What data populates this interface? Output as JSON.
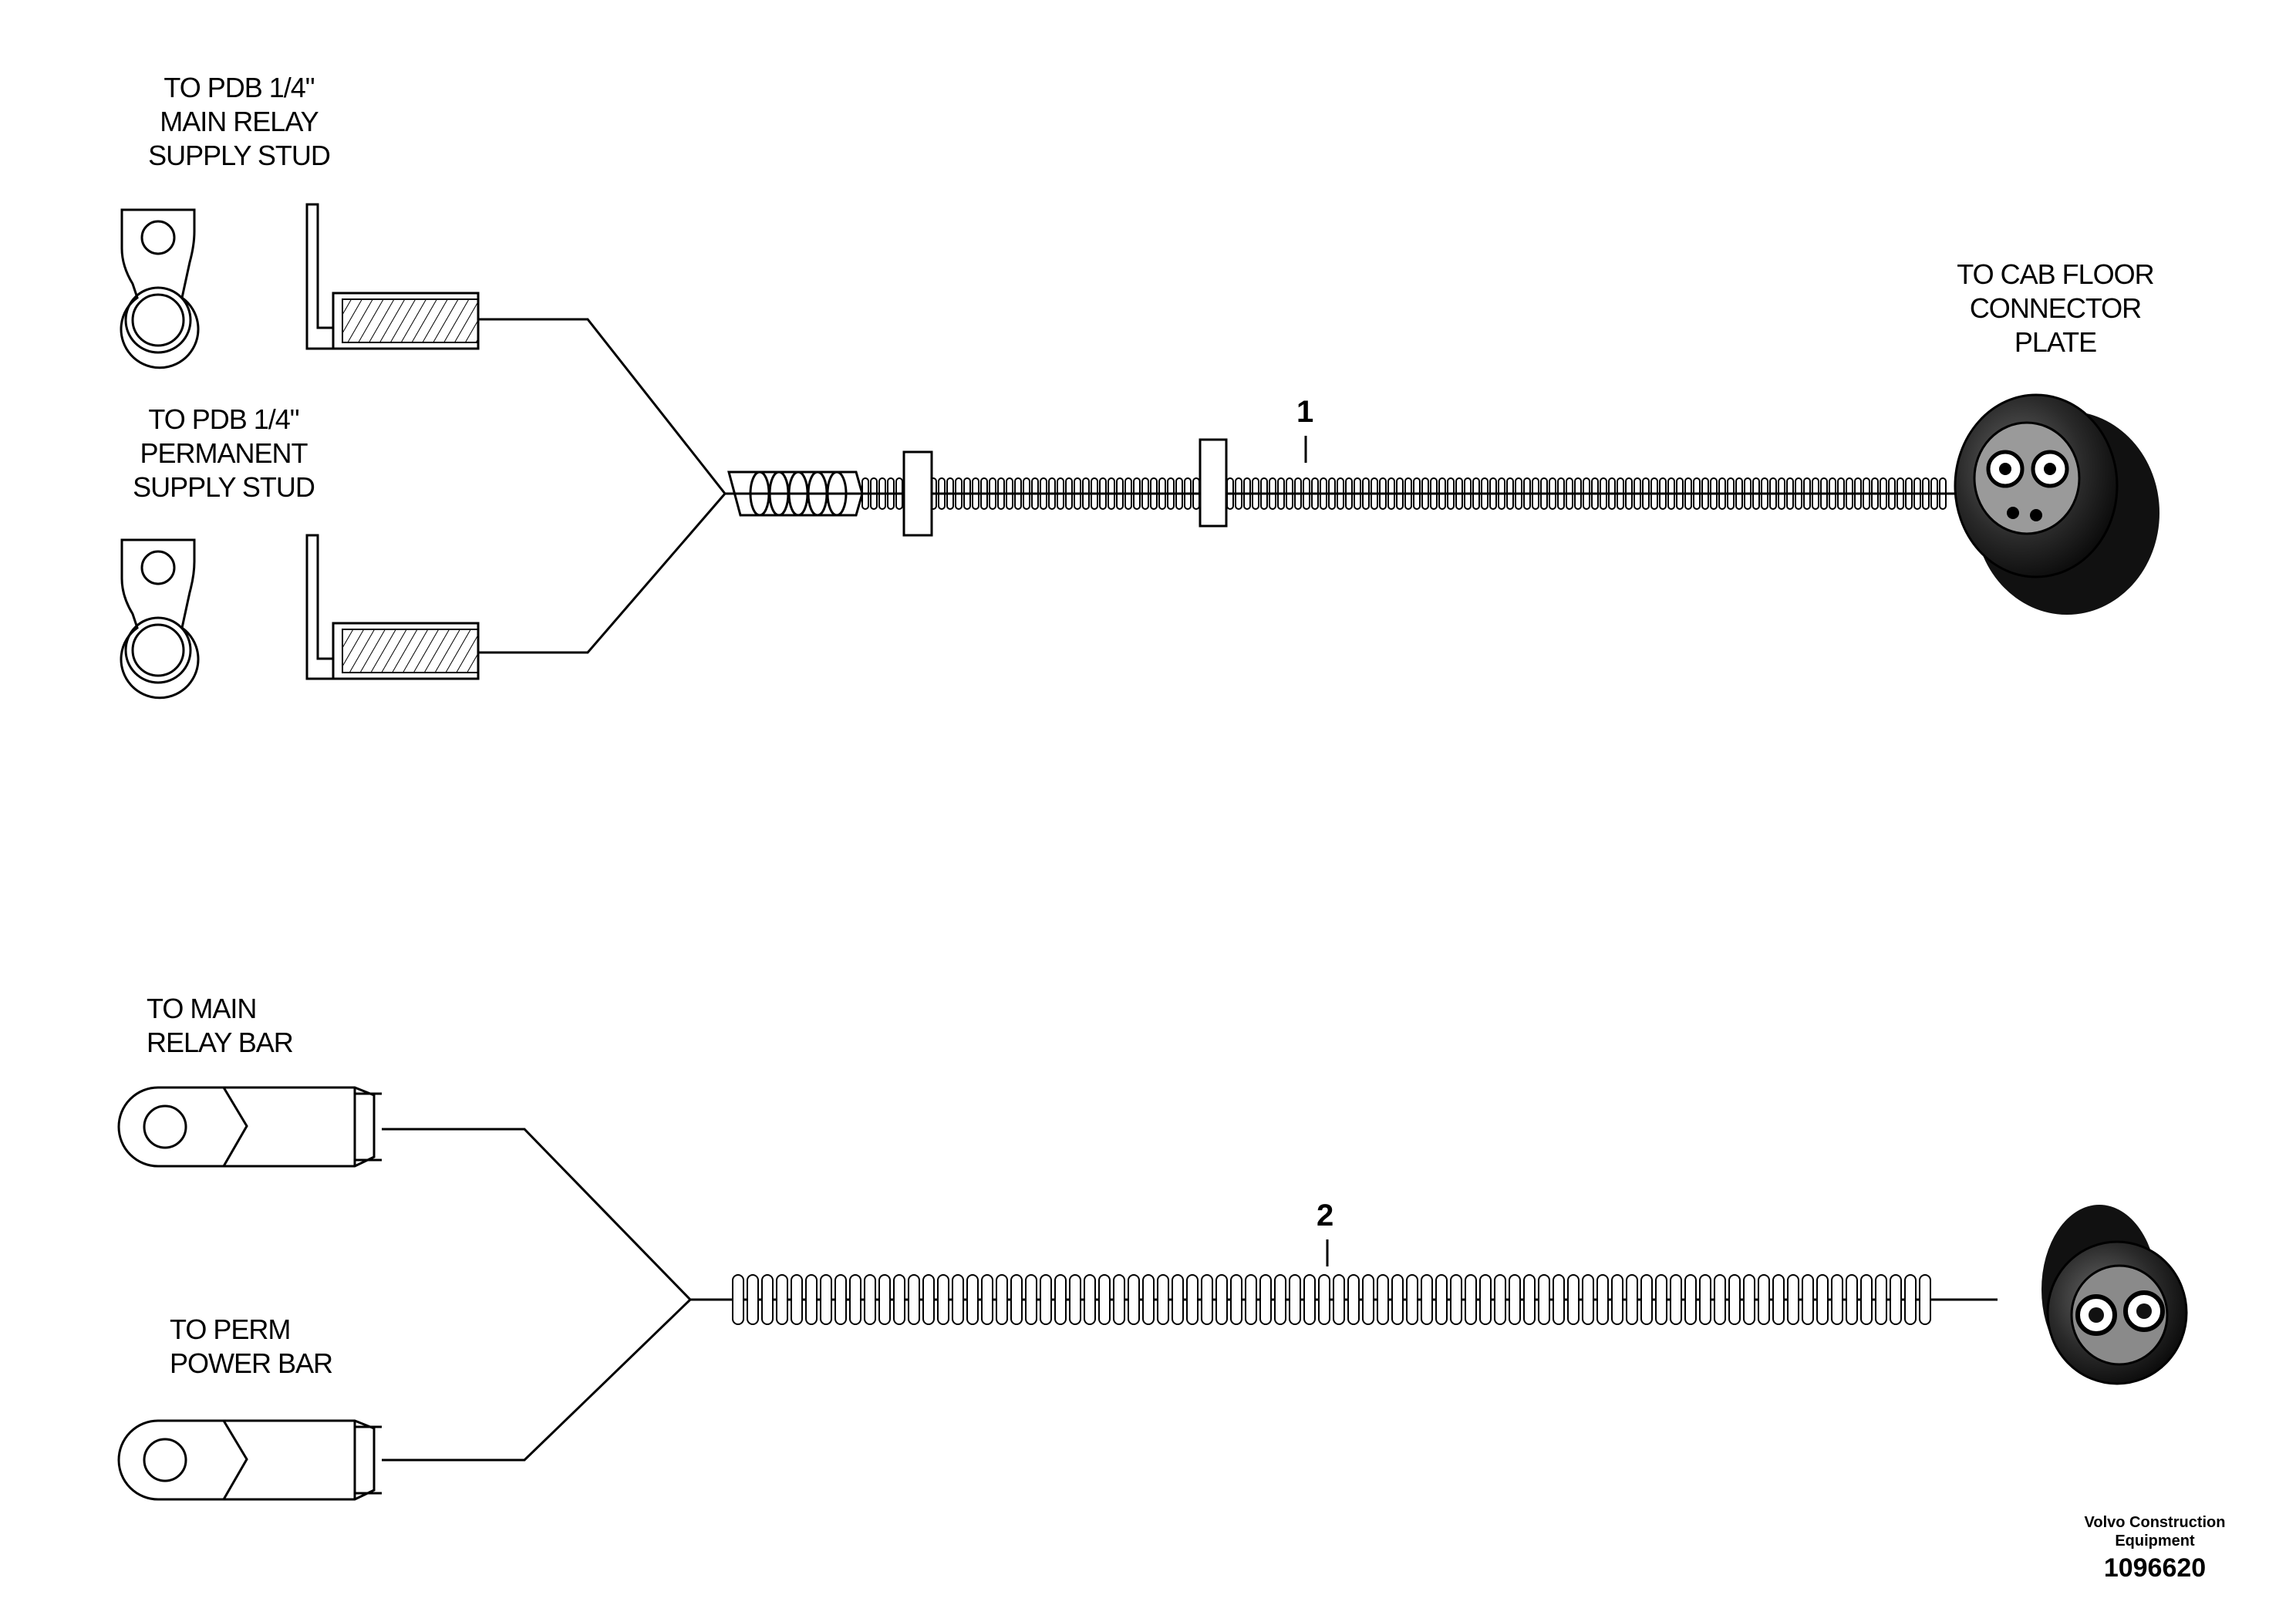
{
  "labels": {
    "main_relay_stud": [
      "TO PDB 1/4\"",
      "MAIN RELAY",
      "SUPPLY STUD"
    ],
    "permanent_stud": [
      "TO PDB 1/4\"",
      "PERMANENT",
      "SUPPLY STUD"
    ],
    "cab_floor": [
      "TO CAB FLOOR",
      "CONNECTOR",
      "PLATE"
    ],
    "main_relay_bar": [
      "TO MAIN",
      "RELAY BAR"
    ],
    "perm_power_bar": [
      "TO PERM",
      "POWER BAR"
    ]
  },
  "callouts": {
    "item1": "1",
    "item2": "2"
  },
  "footer": {
    "brand_line1": "Volvo Construction",
    "brand_line2": "Equipment",
    "image_number": "1096620"
  }
}
